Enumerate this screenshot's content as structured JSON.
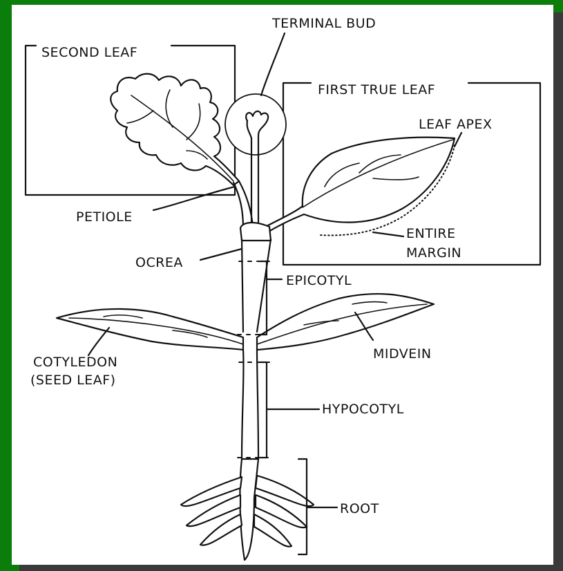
{
  "colors": {
    "background": "#0a7d0a",
    "panel": "#ffffff",
    "shadow": "#3a3a3a",
    "ink": "#111111"
  },
  "labels": {
    "terminal_bud": "TERMINAL BUD",
    "second_leaf": "SECOND LEAF",
    "first_true_leaf": "FIRST TRUE LEAF",
    "leaf_apex": "LEAF APEX",
    "petiole": "PETIOLE",
    "entire_margin_line1": "ENTIRE",
    "entire_margin_line2": "MARGIN",
    "ocrea": "OCREA",
    "epicotyl": "EPICOTYL",
    "midvein": "MIDVEIN",
    "cotyledon_line1": "COTYLEDON",
    "cotyledon_line2": "(SEED LEAF)",
    "hypocotyl": "HYPOCOTYL",
    "root": "ROOT"
  }
}
